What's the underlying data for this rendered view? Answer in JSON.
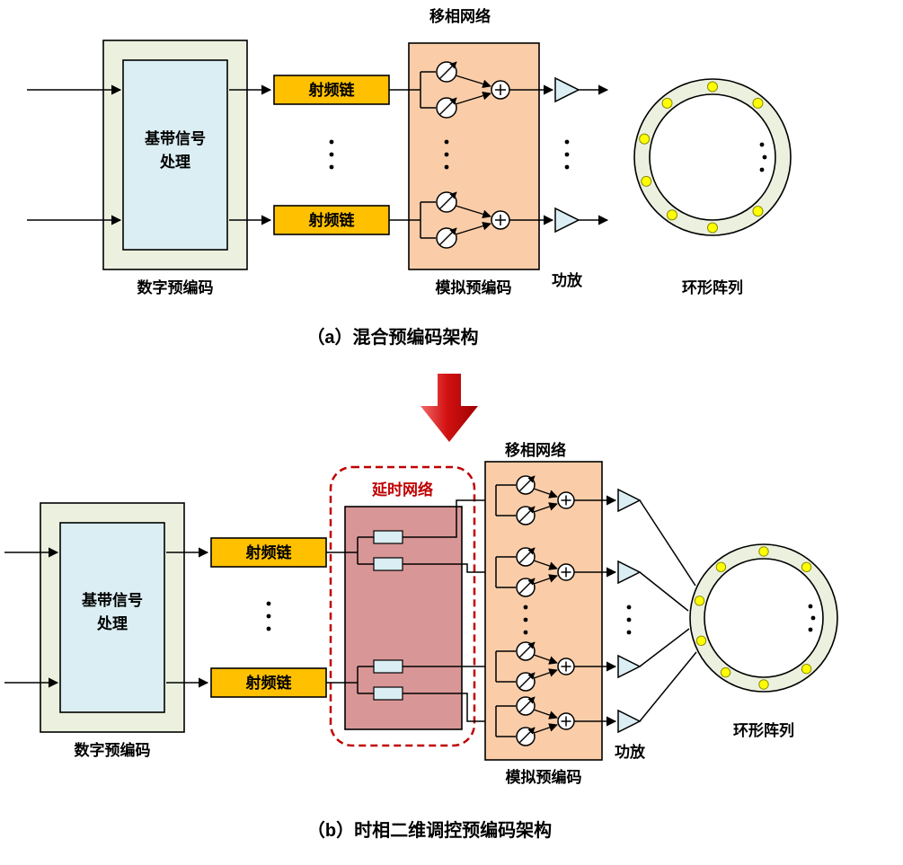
{
  "colors": {
    "digital_box": "#EBF1DE",
    "baseband_box": "#DAEEF3",
    "rf_chain": "#FFC000",
    "analog_box": "#FACDA8",
    "delay_box": "#D99696",
    "delay_dashed": "#C00000",
    "ring_fill": "#EBF1DE",
    "antenna_dot": "#FFFF00",
    "amp_fill": "#DAEEF3",
    "transition_arrow": "#C00000"
  },
  "diagram_a": {
    "phase_network_label": "移相网络",
    "baseband_lines": [
      "基带信号",
      "处理"
    ],
    "digital_precoding_label": "数字预编码",
    "rf_chain_labels": [
      "射频链",
      "射频链"
    ],
    "analog_precoding_label": "模拟预编码",
    "amplifier_label": "功放",
    "ring_array_label": "环形阵列",
    "caption": "（a）混合预编码架构"
  },
  "diagram_b": {
    "phase_network_label": "移相网络",
    "delay_network_label": "延时网络",
    "baseband_lines": [
      "基带信号",
      "处理"
    ],
    "digital_precoding_label": "数字预编码",
    "rf_chain_labels": [
      "射频链",
      "射频链"
    ],
    "analog_precoding_label": "模拟预编码",
    "amplifier_label": "功放",
    "ring_array_label": "环形阵列",
    "caption": "（b）时相二维调控预编码架构"
  }
}
